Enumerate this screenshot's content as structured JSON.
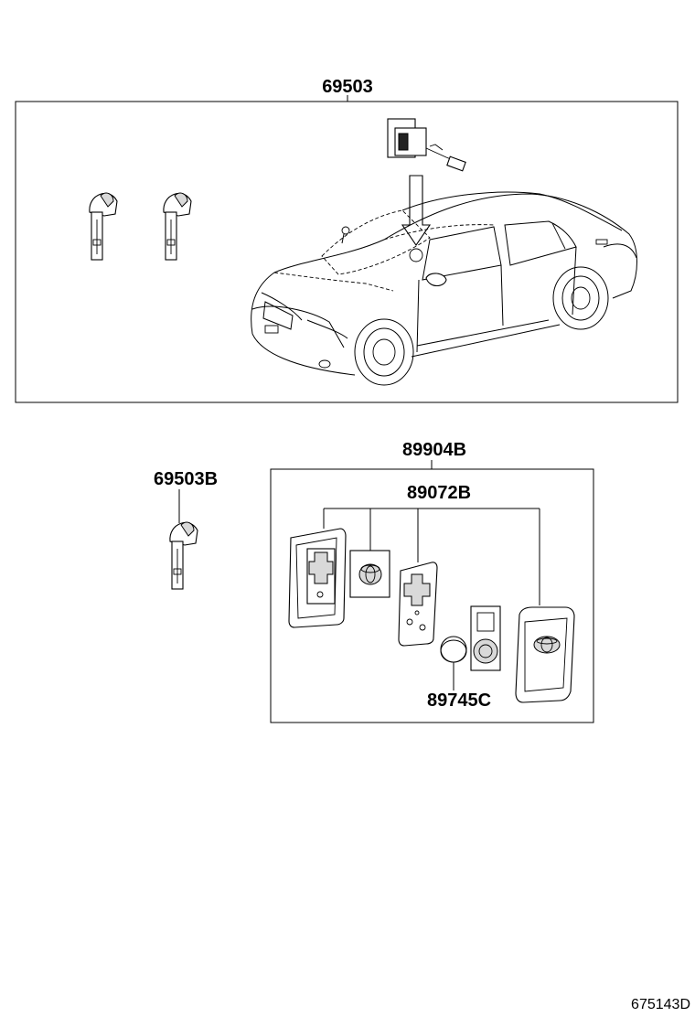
{
  "labels": {
    "assembly_main": "69503",
    "key_blank": "69503B",
    "smart_key_assembly": "89904B",
    "transmitter_housing": "89072B",
    "battery": "89745C",
    "figure_code": "675143D"
  }
}
